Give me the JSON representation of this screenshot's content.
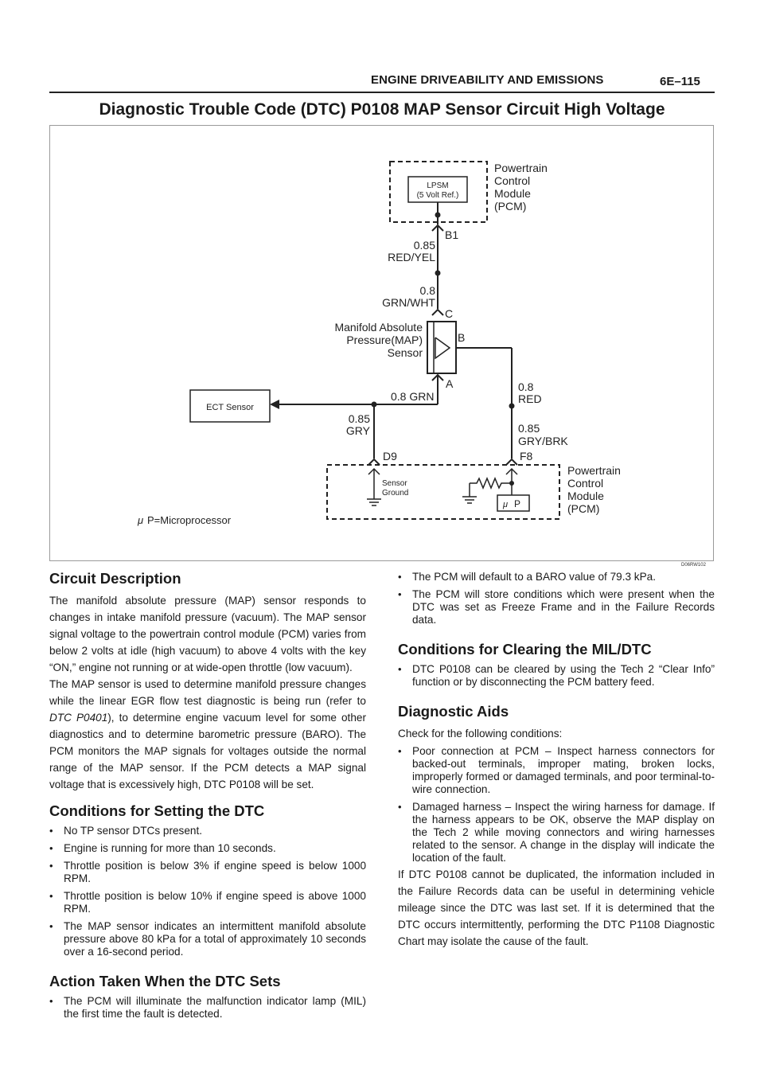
{
  "header": {
    "section_title": "ENGINE DRIVEABILITY AND EMISSIONS",
    "page_number": "6E–115"
  },
  "title": "Diagnostic Trouble Code (DTC) P0108 MAP Sensor Circuit High Voltage",
  "diagram": {
    "pcm_top": {
      "line1": "Powertrain",
      "line2": "Control",
      "line3": "Module",
      "line4": "(PCM)"
    },
    "lpsm": {
      "line1": "LPSM",
      "line2": "(5 Volt Ref.)"
    },
    "pin_b1": "B1",
    "wire1": {
      "gauge": "0.85",
      "color": "RED/YEL"
    },
    "wire2": {
      "gauge": "0.8",
      "color": "GRN/WHT"
    },
    "pin_c": "C",
    "map_sensor": {
      "line1": "Manifold Absolute",
      "line2": "Pressure(MAP)",
      "line3": "Sensor"
    },
    "pin_b": "B",
    "pin_a": "A",
    "wire_grn": "0.8 GRN",
    "ect_sensor": "ECT Sensor",
    "wire_gry": {
      "gauge": "0.85",
      "color": "GRY"
    },
    "wire_red": {
      "gauge": "0.8",
      "color": "RED"
    },
    "wire_grybrk": {
      "gauge": "0.85",
      "color": "GRY/BRK"
    },
    "pin_d9": "D9",
    "pin_f8": "F8",
    "sensor_ground": {
      "line1": "Sensor",
      "line2": "Ground"
    },
    "micro_box": "P",
    "mu_symbol": "μ",
    "pcm_bottom": {
      "line1": "Powertrain",
      "line2": "Control",
      "line3": "Module",
      "line4": "(PCM)"
    },
    "legend": "P=Microprocessor",
    "figure_id": "D06RW102"
  },
  "bullet_symbol": "•",
  "circuit_description": {
    "heading": "Circuit Description",
    "para1": "The manifold absolute pressure (MAP) sensor responds to changes in intake manifold pressure (vacuum). The MAP sensor signal voltage to the powertrain control module (PCM) varies from below 2 volts at idle (high vacuum) to above 4 volts with the key “ON,” engine not running or at wide-open throttle (low vacuum).",
    "para2_a": "The MAP sensor is used to determine manifold pressure changes while the linear EGR flow test diagnostic is being run (refer to ",
    "para2_ref": "DTC P0401",
    "para2_b": "), to determine engine vacuum level for some other diagnostics and to determine barometric pressure (BARO). The PCM monitors the MAP signals for voltages outside the normal range of the MAP sensor. If the PCM detects a MAP signal voltage that is excessively high, DTC P0108 will be set."
  },
  "conditions_setting": {
    "heading": "Conditions for Setting the DTC",
    "items": [
      "No TP sensor DTCs present.",
      "Engine is running for more than 10 seconds.",
      "Throttle position is below 3% if engine speed is below 1000 RPM.",
      "Throttle position is below 10% if engine speed is above 1000 RPM.",
      "The MAP sensor indicates an intermittent manifold absolute pressure above 80 kPa for a total of approximately 10 seconds over a 16-second period."
    ]
  },
  "action_taken": {
    "heading": "Action Taken When the DTC Sets",
    "items": [
      "The PCM will illuminate the malfunction indicator lamp (MIL) the first time the fault is detected.",
      "The PCM will default to a BARO value of 79.3 kPa.",
      "The PCM will store conditions which were present when the DTC was set as Freeze Frame and in the Failure Records data."
    ]
  },
  "conditions_clearing": {
    "heading": "Conditions for Clearing the MIL/DTC",
    "items": [
      "DTC P0108 can be cleared by using the Tech 2 “Clear Info” function or by disconnecting the PCM battery feed."
    ]
  },
  "diagnostic_aids": {
    "heading": "Diagnostic Aids",
    "intro": "Check for the following conditions:",
    "items": [
      "Poor connection at PCM – Inspect harness connectors for backed-out terminals, improper mating, broken locks, improperly formed or damaged terminals, and poor terminal-to-wire connection.",
      "Damaged harness – Inspect the wiring harness for damage. If the harness appears to be OK, observe the MAP display on the Tech 2 while moving connectors and wiring harnesses related to the sensor. A change in the display will indicate the location of the fault."
    ],
    "closing": "If DTC P0108 cannot be duplicated, the information included in the Failure Records data can be useful in determining vehicle mileage since the DTC was last set. If it is determined that the DTC occurs intermittently, performing the DTC P1108 Diagnostic Chart may isolate the cause of the fault."
  }
}
